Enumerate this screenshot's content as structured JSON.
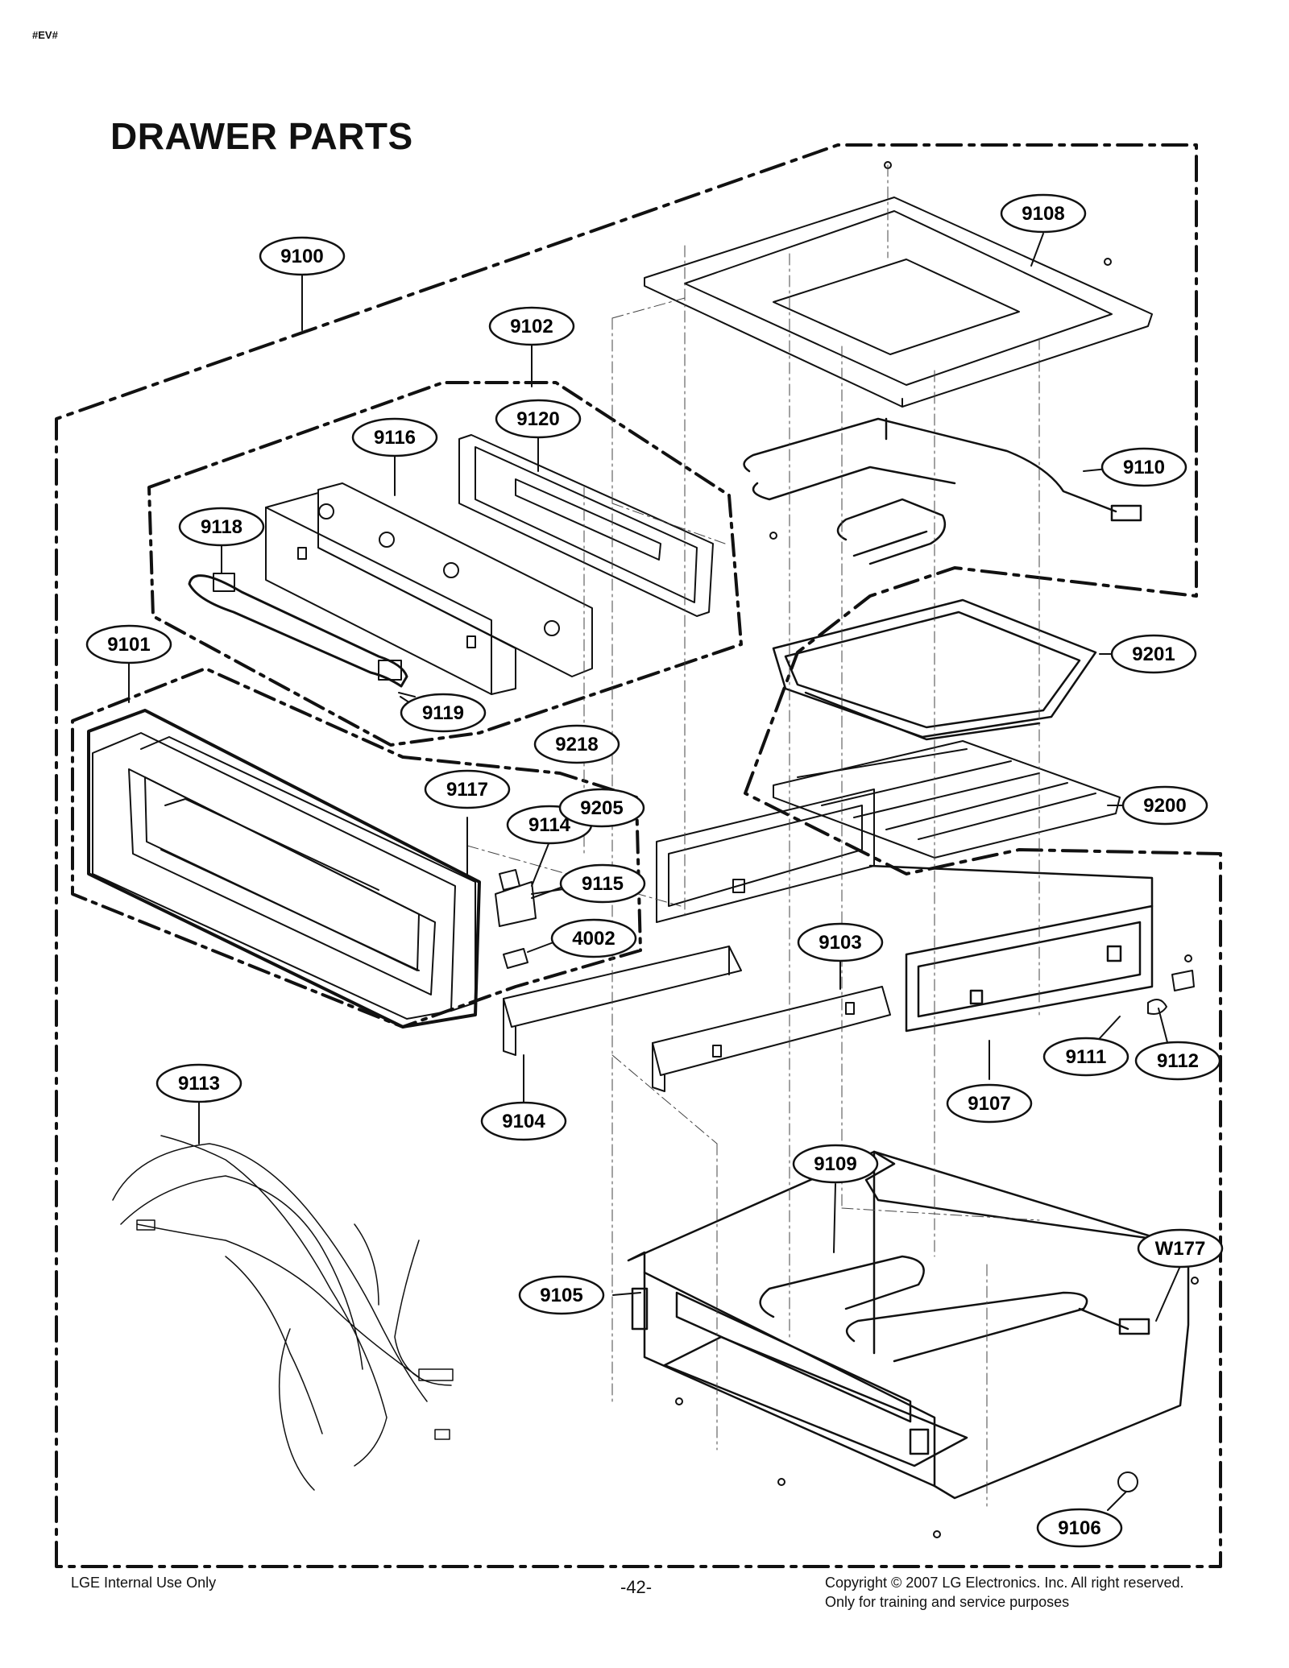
{
  "header": {
    "code": "#EV#"
  },
  "title": "DRAWER PARTS",
  "callouts": [
    {
      "id": "9100",
      "label": "9100"
    },
    {
      "id": "9101",
      "label": "9101"
    },
    {
      "id": "9102",
      "label": "9102"
    },
    {
      "id": "9103",
      "label": "9103"
    },
    {
      "id": "9104",
      "label": "9104"
    },
    {
      "id": "9105",
      "label": "9105"
    },
    {
      "id": "9106",
      "label": "9106"
    },
    {
      "id": "9107",
      "label": "9107"
    },
    {
      "id": "9108",
      "label": "9108"
    },
    {
      "id": "9109",
      "label": "9109"
    },
    {
      "id": "9110",
      "label": "9110"
    },
    {
      "id": "9111",
      "label": "9111"
    },
    {
      "id": "9112",
      "label": "9112"
    },
    {
      "id": "9113",
      "label": "9113"
    },
    {
      "id": "9114",
      "label": "9114"
    },
    {
      "id": "9115",
      "label": "9115"
    },
    {
      "id": "9116",
      "label": "9116"
    },
    {
      "id": "9117",
      "label": "9117"
    },
    {
      "id": "9118",
      "label": "9118"
    },
    {
      "id": "9119",
      "label": "9119"
    },
    {
      "id": "9120",
      "label": "9120"
    },
    {
      "id": "9200",
      "label": "9200"
    },
    {
      "id": "9201",
      "label": "9201"
    },
    {
      "id": "9205",
      "label": "9205"
    },
    {
      "id": "9218",
      "label": "9218"
    },
    {
      "id": "4002",
      "label": "4002"
    },
    {
      "id": "W177",
      "label": "W177"
    }
  ],
  "footer": {
    "left": "LGE Internal Use Only",
    "page": "-42-",
    "copyright": "Copyright © 2007 LG Electronics. Inc. All right reserved.",
    "note": "Only for training and service purposes"
  }
}
